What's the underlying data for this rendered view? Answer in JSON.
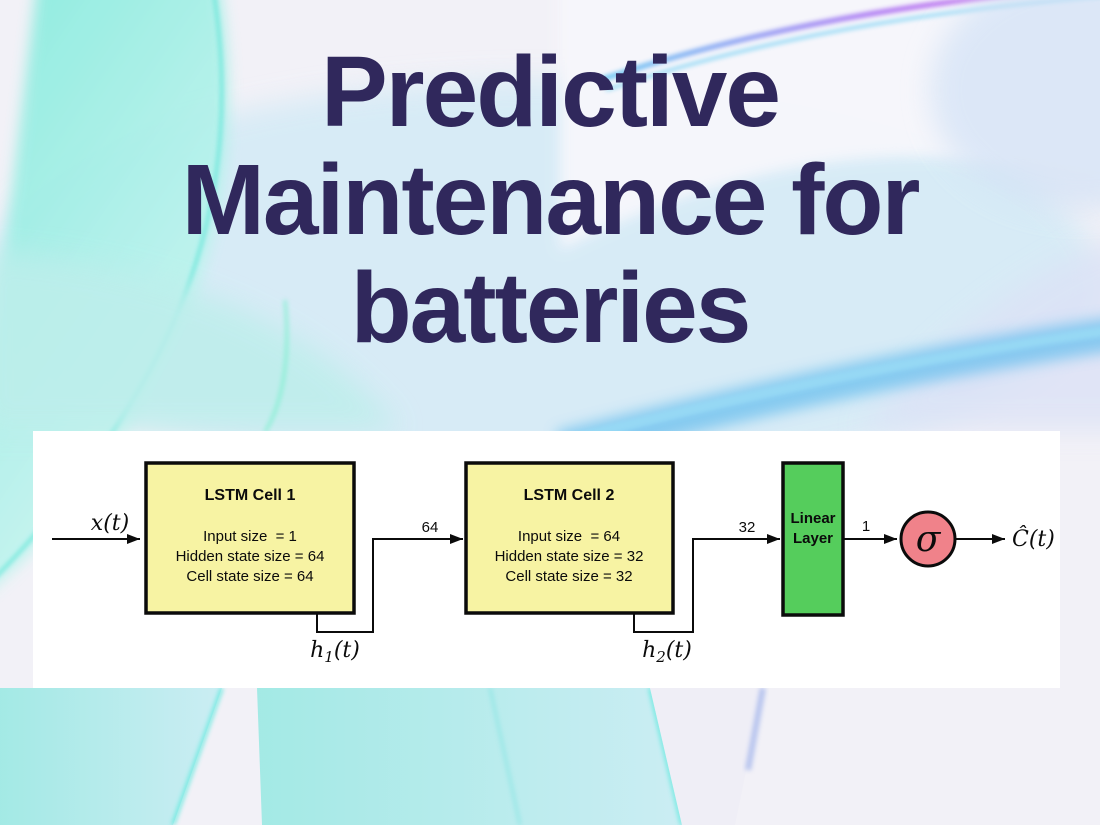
{
  "slide": {
    "title_lines": [
      "Predictive",
      "Maintenance for",
      "batteries"
    ]
  },
  "colors": {
    "title_text": "#30285c",
    "panel_bg": "#ffffff",
    "lstm_fill": "#f7f3a3",
    "linear_fill": "#55cd5c",
    "sigma_fill": "#f0828a",
    "diagram_stroke": "#0b0b0b"
  },
  "diagram": {
    "input_label": "x(t)",
    "lstm1": {
      "title": "LSTM Cell 1",
      "line1": "Input size  = 1",
      "line2": "Hidden state size = 64",
      "line3": "Cell state size = 64"
    },
    "lstm2": {
      "title": "LSTM Cell 2",
      "line1": "Input size  = 64",
      "line2": "Hidden state size = 32",
      "line3": "Cell state size = 32"
    },
    "linear_layer": {
      "line1": "Linear",
      "line2": "Layer"
    },
    "wire_labels": {
      "lstm1_to_lstm2": "64",
      "lstm2_to_linear": "32",
      "linear_to_sigma": "1"
    },
    "sigma": "σ",
    "feedback1": {
      "base": "h",
      "sub": "1",
      "args": "(t)"
    },
    "feedback2": {
      "base": "h",
      "sub": "2",
      "args": "(t)"
    },
    "output_label": "Ĉ(t)"
  }
}
